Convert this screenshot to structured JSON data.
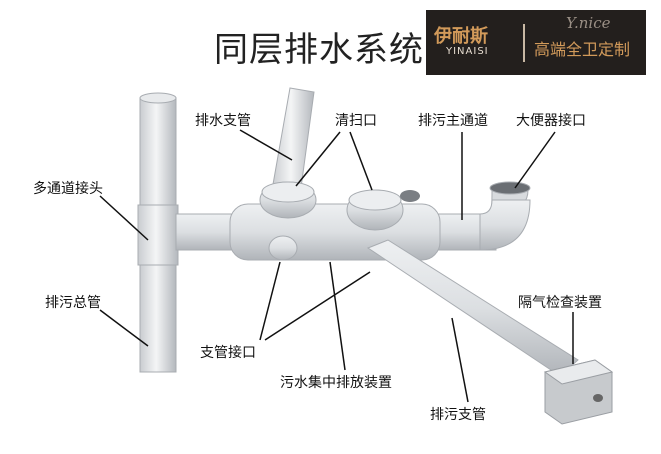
{
  "title": "同层排水系统",
  "logo": {
    "brand_cn": "伊耐斯",
    "brand_en": "YINAISI",
    "script": "Y.nice",
    "slogan": "高端全卫定制"
  },
  "labels": {
    "branch_drain": "排水支管",
    "cleanout": "清扫口",
    "main_channel": "排污主通道",
    "toilet_port": "大便器接口",
    "multi_joint": "多通道接头",
    "main_stack": "排污总管",
    "vent_check": "隔气检查装置",
    "branch_port": "支管接口",
    "central_discharge": "污水集中排放装置",
    "sewage_branch": "排污支管"
  }
}
